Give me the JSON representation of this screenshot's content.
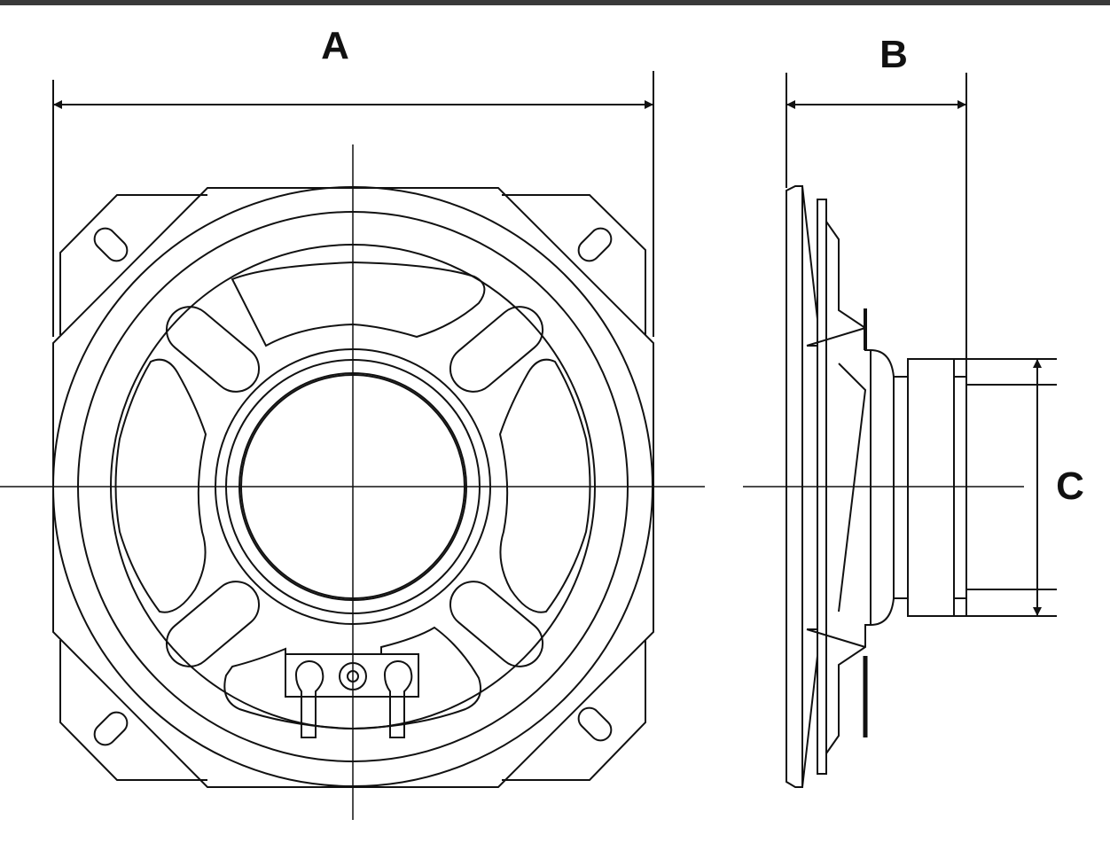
{
  "labels": {
    "width_dimension": "A",
    "depth_dimension": "B",
    "magnet_dimension": "C"
  },
  "colors": {
    "line": "#111111",
    "background": "#ffffff",
    "top_border": "#3a3a3a"
  }
}
